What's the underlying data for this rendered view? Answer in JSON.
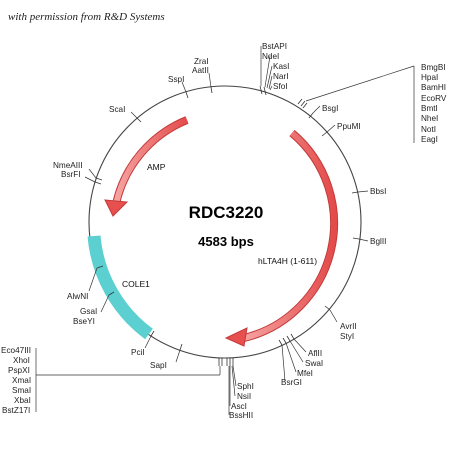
{
  "credit": "with permission from R&D Systems",
  "plasmid": {
    "name": "RDC3220",
    "size": "4583 bps"
  },
  "features": [
    {
      "name": "AMP",
      "color": "#e8504f"
    },
    {
      "name": "hLTA4H (1-611)",
      "color": "#e8504f"
    },
    {
      "name": "COLE1",
      "color": "#5ccfd0"
    }
  ],
  "sites": {
    "top_group": [
      "BstAPI",
      "NdeI",
      "KasI",
      "NarI",
      "SfoI"
    ],
    "zral": "ZraI",
    "aatii": "AatII",
    "sspi": "SspI",
    "scai": "ScaI",
    "nmeaiii": "NmeAIII",
    "bsrfi": "BsrFI",
    "right_group": [
      "BmgBI",
      "HpaI",
      "BamHI",
      "EcoRV",
      "BmtI",
      "NheI",
      "NotI",
      "EagI"
    ],
    "bsgi": "BsgI",
    "ppumi": "PpuMI",
    "bbsi": "BbsI",
    "bglii": "BglII",
    "avrii_group": [
      "AvrII",
      "StyI"
    ],
    "aflii": "AflII",
    "swai": "SwaI",
    "mfei": "MfeI",
    "bsrgi": "BsrGI",
    "bottom_group": [
      "SphI",
      "NsiI",
      "AscI",
      "BssHII"
    ],
    "sapi": "SapI",
    "pcii": "PciI",
    "left_bottom_group": [
      "Eco47III",
      "XhoI",
      "PspXI",
      "XmaI",
      "SmaI",
      "XbaI",
      "BstZ17I"
    ],
    "gsai": "GsaI",
    "bseyi": "BseYI",
    "alwni": "AlwNI"
  }
}
